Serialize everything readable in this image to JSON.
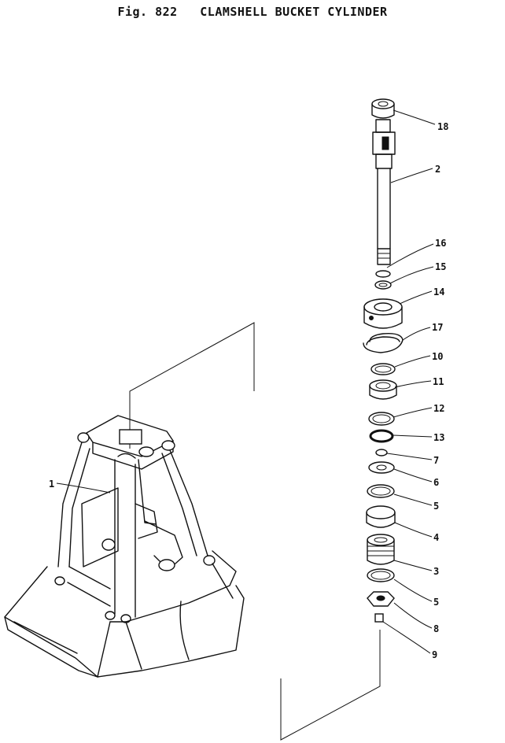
{
  "figure": {
    "number_label": "Fig. 822",
    "title": "CLAMSHELL BUCKET CYLINDER"
  },
  "callouts": [
    {
      "id": "c18",
      "text": "18"
    },
    {
      "id": "c2",
      "text": "2"
    },
    {
      "id": "c16",
      "text": "16"
    },
    {
      "id": "c15",
      "text": "15"
    },
    {
      "id": "c14",
      "text": "14"
    },
    {
      "id": "c17",
      "text": "17"
    },
    {
      "id": "c10",
      "text": "10"
    },
    {
      "id": "c11",
      "text": "11"
    },
    {
      "id": "c12",
      "text": "12"
    },
    {
      "id": "c13",
      "text": "13"
    },
    {
      "id": "c7",
      "text": "7"
    },
    {
      "id": "c6",
      "text": "6"
    },
    {
      "id": "c5a",
      "text": "5"
    },
    {
      "id": "c4",
      "text": "4"
    },
    {
      "id": "c3",
      "text": "3"
    },
    {
      "id": "c5b",
      "text": "5"
    },
    {
      "id": "c8",
      "text": "8"
    },
    {
      "id": "c9",
      "text": "9"
    },
    {
      "id": "c1",
      "text": "1"
    }
  ]
}
